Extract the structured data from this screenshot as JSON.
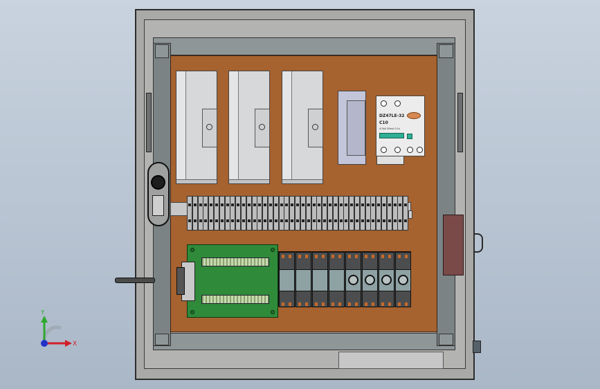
{
  "scene": {
    "background_top": "#c9d3df",
    "background_bottom": "#aab7c7",
    "panel_color": "#a6622f",
    "enclosure_color": "#a9aaa8"
  },
  "rcd": {
    "model": "DZ47LE-32",
    "rating": "C10",
    "spec": "4.5kA 30mA 0.1s"
  },
  "breakers": [
    {
      "name": "breaker-1"
    },
    {
      "name": "breaker-2"
    },
    {
      "name": "breaker-3"
    }
  ],
  "terminal_block_count": 41,
  "relay_count": 8,
  "triad": {
    "x_label": "X",
    "y_label": "Y",
    "x_color": "#d0202a",
    "y_color": "#2fa82f",
    "z_color": "#2232c8"
  },
  "icons": [
    "enclosure-latch-icon",
    "axis-triad-icon",
    "door-hook-icon"
  ]
}
